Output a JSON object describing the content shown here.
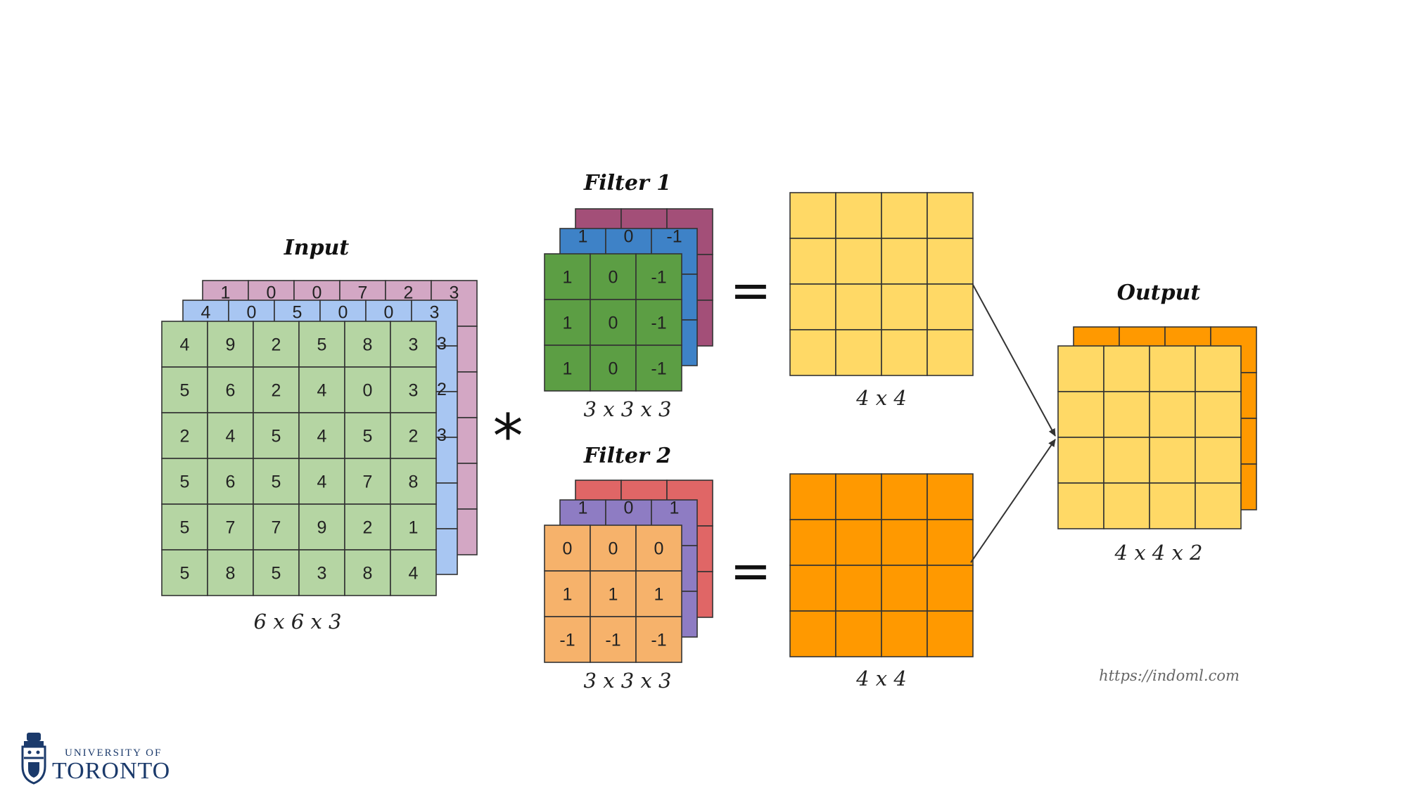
{
  "input": {
    "title": "Input",
    "dims": "6 x 6 x 3",
    "layer_colors": [
      "#d3a7c4",
      "#a8c6f2",
      "#b5d5a3"
    ],
    "layer_numbers": [
      [
        "1",
        "0",
        "0",
        "7",
        "2",
        "3"
      ],
      [
        "4",
        "0",
        "5",
        "0",
        "0",
        "3"
      ],
      []
    ],
    "right_edge_numbers": [
      "3",
      "2",
      "3"
    ],
    "grid": [
      [
        "4",
        "9",
        "2",
        "5",
        "8",
        "3"
      ],
      [
        "5",
        "6",
        "2",
        "4",
        "0",
        "3"
      ],
      [
        "2",
        "4",
        "5",
        "4",
        "5",
        "2"
      ],
      [
        "5",
        "6",
        "5",
        "4",
        "7",
        "8"
      ],
      [
        "5",
        "7",
        "7",
        "9",
        "2",
        "1"
      ],
      [
        "5",
        "8",
        "5",
        "3",
        "8",
        "4"
      ]
    ]
  },
  "operator_convolve": "*",
  "operator_equals": "=",
  "filters": [
    {
      "title": "Filter 1",
      "dims": "3 x 3 x 3",
      "layer_colors": [
        "#a34f78",
        "#3e82c7",
        "#5c9e44"
      ],
      "layer_numbers": [
        [],
        [
          "1",
          "0",
          "-1"
        ],
        []
      ],
      "grid": [
        [
          "1",
          "0",
          "-1"
        ],
        [
          "1",
          "0",
          "-1"
        ],
        [
          "1",
          "0",
          "-1"
        ]
      ]
    },
    {
      "title": "Filter 2",
      "dims": "3 x 3 x 3",
      "layer_colors": [
        "#e06666",
        "#8e7cc3",
        "#f6b26b"
      ],
      "layer_numbers": [
        [],
        [
          "1",
          "0",
          "1"
        ],
        []
      ],
      "grid": [
        [
          "0",
          "0",
          "0"
        ],
        [
          "1",
          "1",
          "1"
        ],
        [
          "-1",
          "-1",
          "-1"
        ]
      ]
    }
  ],
  "results": [
    {
      "dims": "4 x 4",
      "color": "#ffd966"
    },
    {
      "dims": "4 x 4",
      "color": "#ff9900"
    }
  ],
  "output": {
    "title": "Output",
    "dims": "4 x 4 x 2",
    "layer_colors": [
      "#ff9900",
      "#ffd966"
    ]
  },
  "url_text": "https://indoml.com",
  "logo": {
    "line1": "UNIVERSITY OF",
    "line2": "TORONTO"
  }
}
